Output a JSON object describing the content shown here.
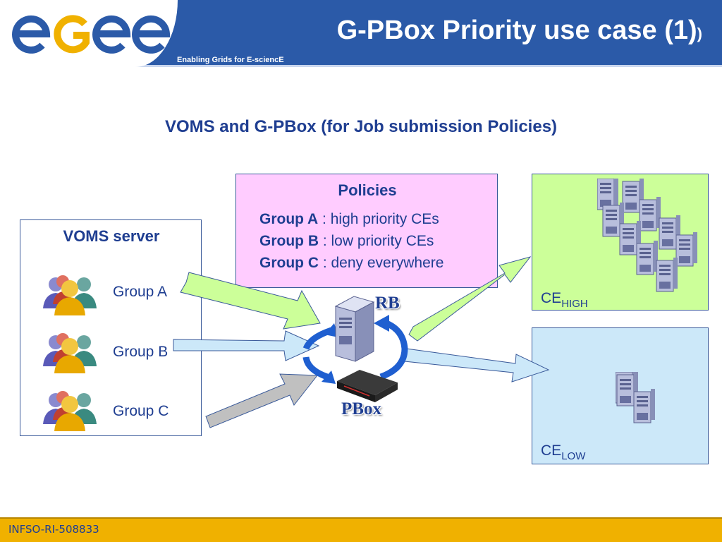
{
  "header": {
    "title": "G-PBox Priority use case (1)",
    "title_tail": ")",
    "tagline": "Enabling Grids for E-sciencE"
  },
  "subtitle": "VOMS and G-PBox (for Job submission Policies)",
  "voms": {
    "title": "VOMS server",
    "groups": [
      {
        "label": "Group A"
      },
      {
        "label": "Group B"
      },
      {
        "label": "Group C"
      }
    ]
  },
  "policies": {
    "title": "Policies",
    "rules": [
      {
        "group": "Group A",
        "text": " : high priority CEs"
      },
      {
        "group": "Group B",
        "text": " : low priority CEs"
      },
      {
        "group": "Group C",
        "text": " : deny everywhere"
      }
    ]
  },
  "nodes": {
    "rb_label": "RB",
    "pbox_label": "PBox"
  },
  "ce": {
    "high": {
      "label": "CE",
      "sub": "HIGH"
    },
    "low": {
      "label": "CE",
      "sub": "LOW"
    }
  },
  "footer": {
    "id": "INFSO-RI-508833"
  },
  "colors": {
    "header_blue": "#2b5aa8",
    "text_navy": "#1f3e91",
    "footer_gold": "#f0b100",
    "policies_pink": "#ffccff",
    "ce_high_green": "#ccff99",
    "ce_low_blue": "#cce8f9",
    "arrow_green": "#ccff99",
    "arrow_blue": "#cce8f9",
    "arrow_grey": "#c0c0c0",
    "cycle_arrow_blue": "#1f5fd0"
  },
  "icons": [
    "egee-logo",
    "users-group-icon",
    "server-tower-icon",
    "pbox-device-icon",
    "cycle-arrow-icon",
    "server-cluster-icon"
  ]
}
